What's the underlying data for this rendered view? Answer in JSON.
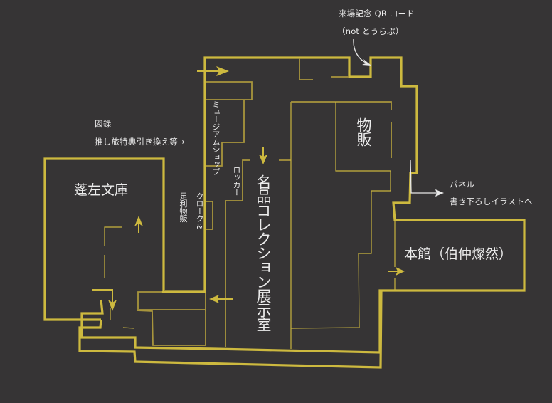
{
  "map": {
    "background": "#363435",
    "wall_color": "#cdb93f",
    "inner_wall_color": "#a8953c",
    "rooms": {
      "housa_bunko": "蓬左文庫",
      "main_building": "本館（伯仲燦然）",
      "exhibition": "名品コレクション展示室",
      "merch": "物販",
      "museum_shop": "ミュージアムショップ",
      "locker": "ロッカー",
      "cloak": "クローク&",
      "ashikaga_merch": "足利物販"
    },
    "annotations": {
      "qr_line1": "来場記念 QR コード",
      "qr_line2": "（not とうらぶ）",
      "catalog_line1": "図録",
      "catalog_line2": "推し旅特典引き換え等→",
      "panel_line1": "パネル",
      "panel_line2": "書き下ろしイラストへ"
    },
    "icons": {
      "direction-arrow": "filled triangle arrow",
      "pointer-arrow": "thin white arrow"
    }
  }
}
